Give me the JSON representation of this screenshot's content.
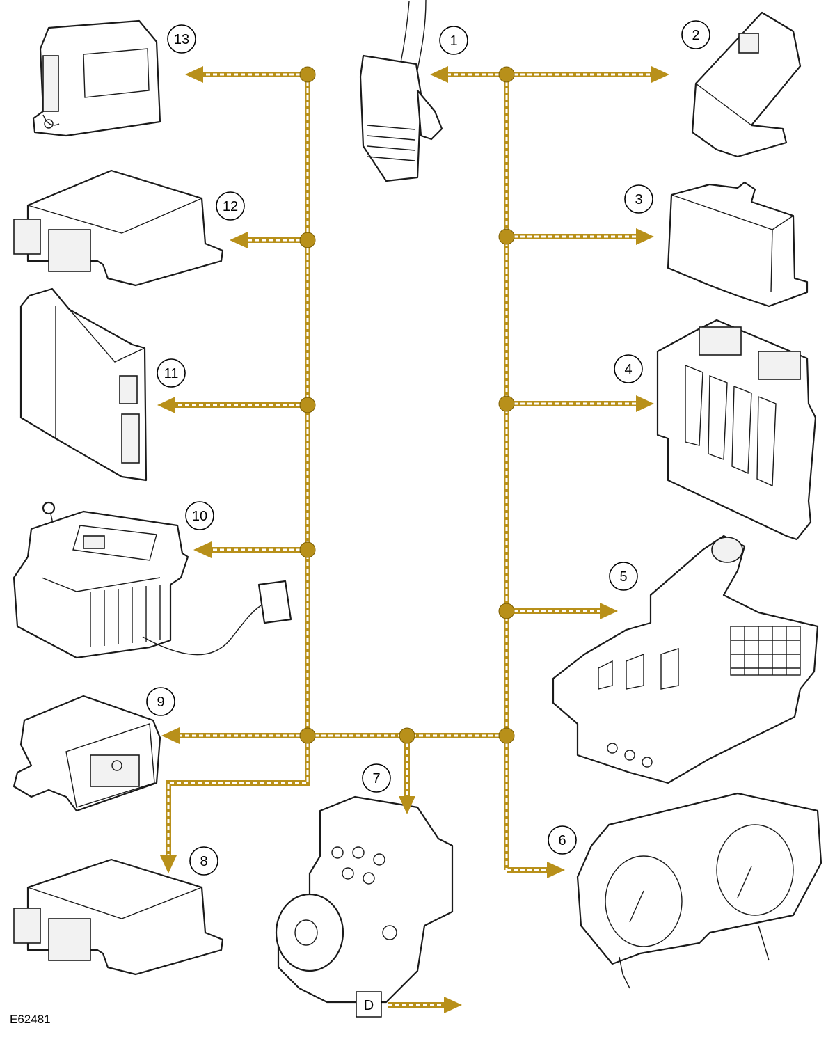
{
  "figure": {
    "reference_code": "E62481",
    "accent_color": "#b8901a",
    "legend": {
      "key": "D"
    },
    "callouts": [
      "1",
      "2",
      "3",
      "4",
      "5",
      "6",
      "7",
      "8",
      "9",
      "10",
      "11",
      "12",
      "13"
    ]
  }
}
